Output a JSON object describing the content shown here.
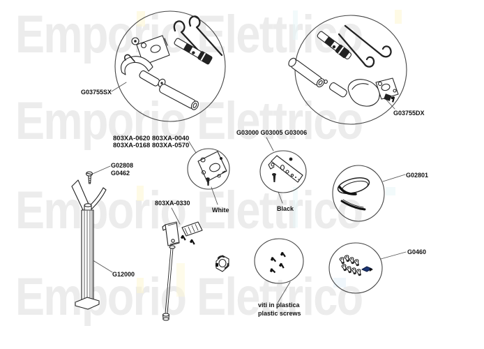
{
  "watermark": {
    "text": "Emporio Elettrico",
    "color": "#ececec"
  },
  "labels": {
    "sx": "G03755SX",
    "dx": "G03755DX",
    "part_numbers_line1": "803XA-0620 803XA-0040",
    "part_numbers_line2": "803XA-0168 803XA-0570",
    "g03000_group": "G03000 G03005 G03006",
    "g02808": "G02808",
    "g0462": "G0462",
    "x0330": "803XA-0330",
    "white": "White",
    "black": "Black",
    "g02801": "G02801",
    "g12000": "G12000",
    "viti_line1": "viti in plastica",
    "viti_line2": "plastic screws",
    "g0460": "G0460"
  },
  "colors": {
    "line_art": "#222222",
    "label_text": "#111111",
    "watermark": "#ececec",
    "blue_part": "#1b3575"
  }
}
